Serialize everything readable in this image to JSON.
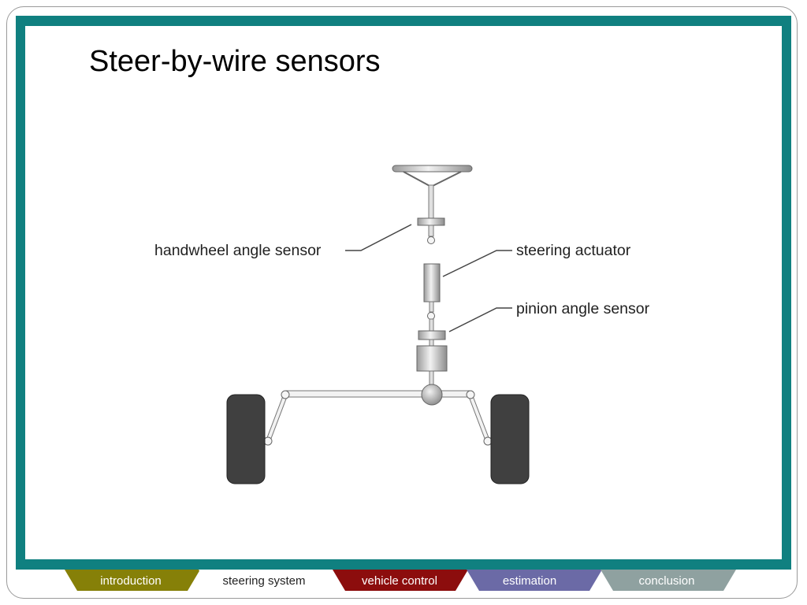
{
  "slide": {
    "title": "Steer-by-wire sensors",
    "colors": {
      "frame": "#108080"
    }
  },
  "diagram": {
    "labels": {
      "handwheel_angle_sensor": "handwheel angle sensor",
      "steering_actuator": "steering actuator",
      "pinion_angle_sensor": "pinion angle sensor"
    }
  },
  "nav": {
    "tabs": [
      {
        "label": "introduction",
        "color": "#868008",
        "text_color": "#ffffff"
      },
      {
        "label": "steering system",
        "color": "#ffffff",
        "text_color": "#222222"
      },
      {
        "label": "vehicle control",
        "color": "#8c0d0d",
        "text_color": "#ffffff"
      },
      {
        "label": "estimation",
        "color": "#6b6aa6",
        "text_color": "#ffffff"
      },
      {
        "label": "conclusion",
        "color": "#8fa1a0",
        "text_color": "#ffffff"
      }
    ]
  }
}
